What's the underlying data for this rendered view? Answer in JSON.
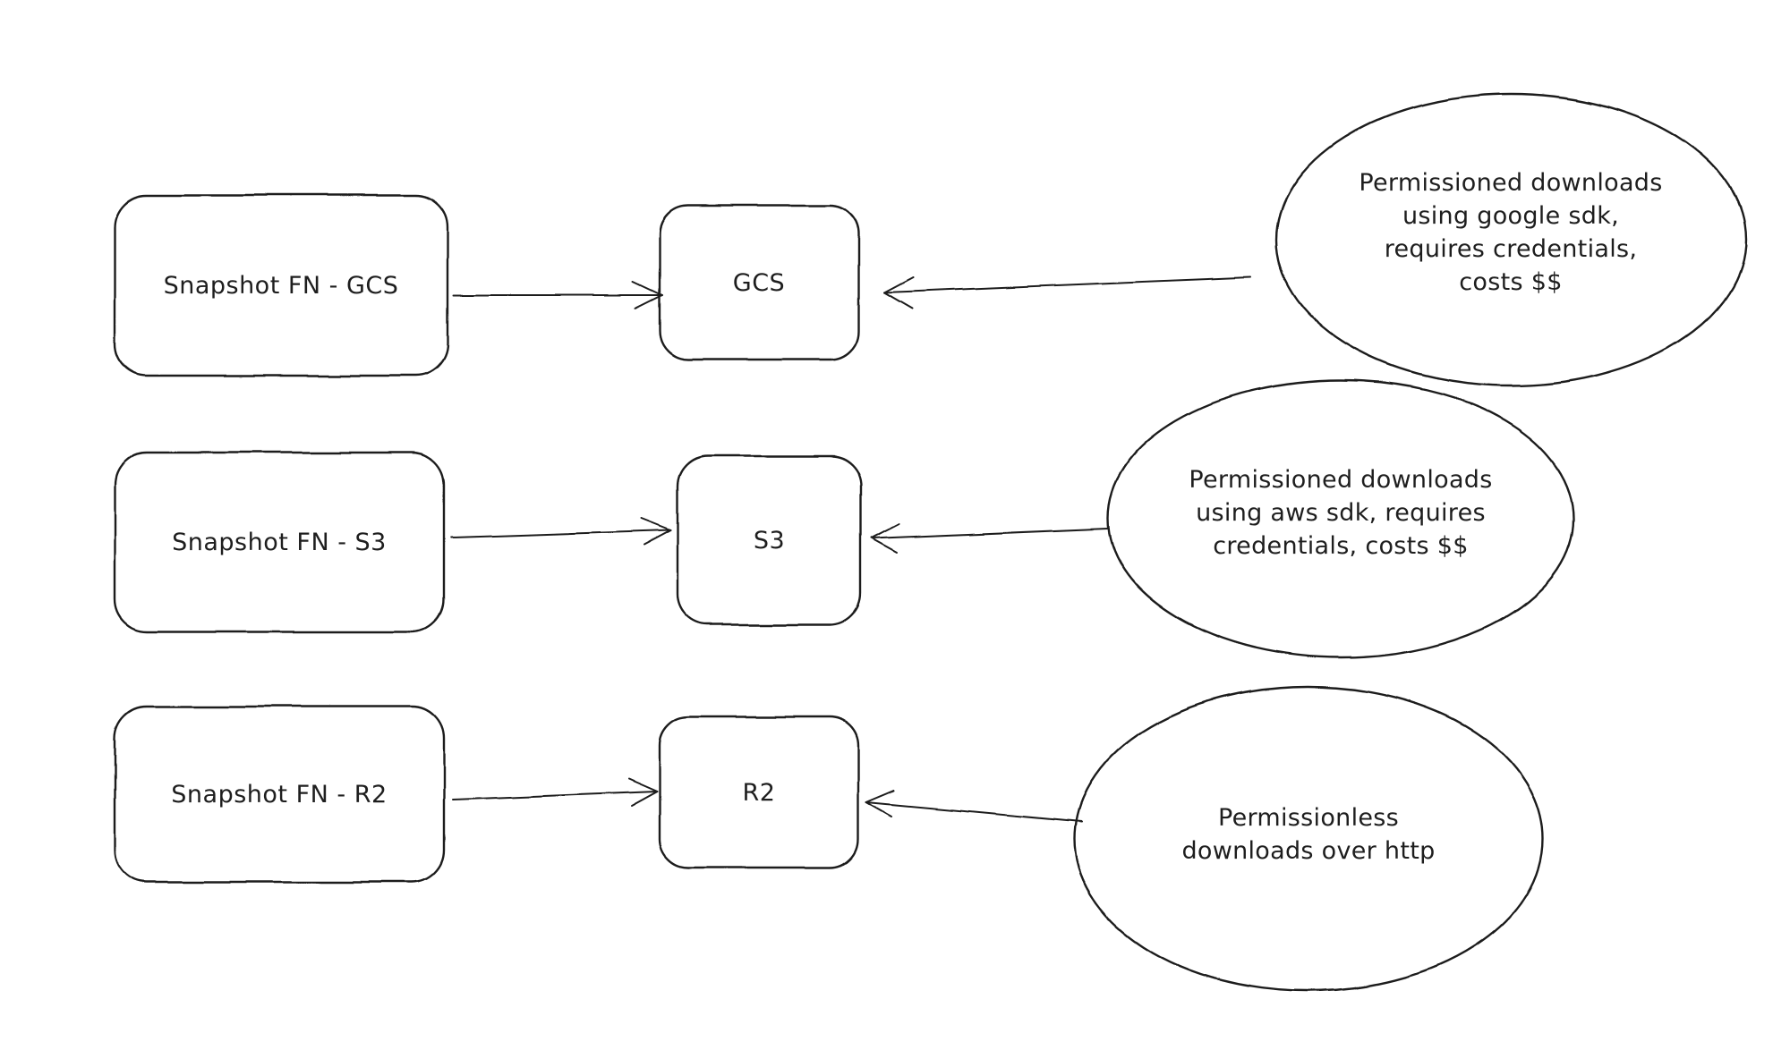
{
  "diagram": {
    "colors": {
      "background": "#ffffff",
      "stroke": "#1e1e1e",
      "text": "#1e1e1e"
    },
    "rows": [
      {
        "source": {
          "label": "Snapshot FN - GCS"
        },
        "target": {
          "label": "GCS"
        },
        "note": {
          "lines": [
            "Permissioned downloads",
            "using google sdk,",
            "requires credentials,",
            "costs $$"
          ]
        }
      },
      {
        "source": {
          "label": "Snapshot FN - S3"
        },
        "target": {
          "label": "S3"
        },
        "note": {
          "lines": [
            "Permissioned downloads",
            "using aws sdk, requires",
            "credentials, costs $$"
          ]
        }
      },
      {
        "source": {
          "label": "Snapshot FN - R2"
        },
        "target": {
          "label": "R2"
        },
        "note": {
          "lines": [
            "Permissionless",
            "downloads over http"
          ]
        }
      }
    ]
  }
}
